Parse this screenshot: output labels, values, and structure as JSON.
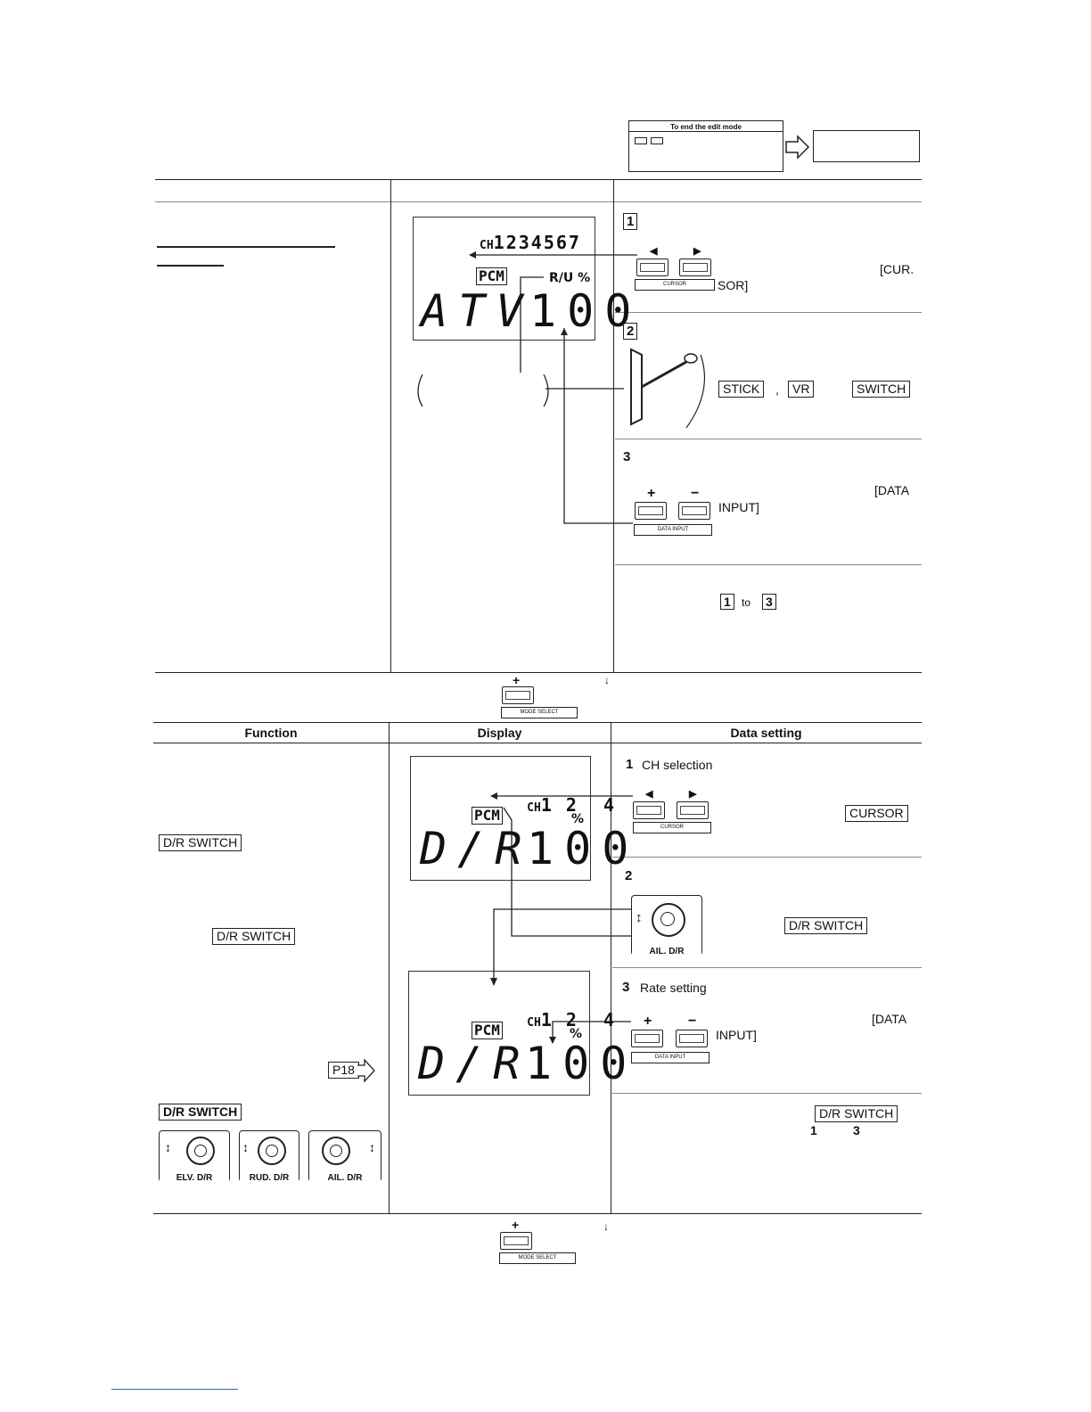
{
  "end_edit_box": {
    "title": "To end the edit mode"
  },
  "section1": {
    "display": {
      "ch_prefix": "CH",
      "ch_digits": "1234567",
      "pcm": "PCM",
      "unit": "R/U %",
      "mode_text": "ATV",
      "value": "100"
    },
    "step1": {
      "num": "1",
      "cursor_label": "CURSOR",
      "tag_right": "[CUR.",
      "tag_tail": "SOR]"
    },
    "step2": {
      "num": "2",
      "stick": "STICK",
      "comma": ",",
      "vr": "VR",
      "switch": "SWITCH"
    },
    "step3": {
      "num": "3",
      "data_input_label": "DATA INPUT",
      "tag_right": "[DATA",
      "tag_tail": "INPUT]"
    },
    "repeat": {
      "from": "1",
      "to_word": "to",
      "to": "3"
    },
    "mode_select_label": "MODE SELECT"
  },
  "section2": {
    "headers": {
      "function": "Function",
      "display": "Display",
      "data_setting": "Data setting"
    },
    "function_col": {
      "dr_switch_1": "D/R SWITCH",
      "dr_switch_2": "D/R SWITCH",
      "page_ref": "P18",
      "dr_switch_3": "D/R SWITCH",
      "switches": [
        {
          "label": "ELV. D/R"
        },
        {
          "label": "RUD. D/R"
        },
        {
          "label": "AIL. D/R"
        }
      ]
    },
    "display_top": {
      "ch_prefix": "CH",
      "ch_digits": "1 2  4",
      "pcm": "PCM",
      "unit": "%",
      "mode_text": "D/R",
      "value": "100"
    },
    "display_bottom": {
      "ch_prefix": "CH",
      "ch_digits": "1 2  4",
      "pcm": "PCM",
      "unit": "%",
      "mode_text": "D/R",
      "value": "100"
    },
    "step1": {
      "num": "1",
      "title": "CH selection",
      "cursor_label": "CURSOR",
      "tag": "CURSOR"
    },
    "step2": {
      "num": "2",
      "switch_label": "AIL. D/R",
      "tag": "D/R SWITCH"
    },
    "step3": {
      "num": "3",
      "title": "Rate setting",
      "data_input_label": "DATA INPUT",
      "tag_right": "[DATA",
      "tag_tail": "INPUT]"
    },
    "repeat": {
      "tag": "D/R SWITCH",
      "from": "1",
      "to": "3"
    },
    "mode_select_label": "MODE SELECT"
  }
}
